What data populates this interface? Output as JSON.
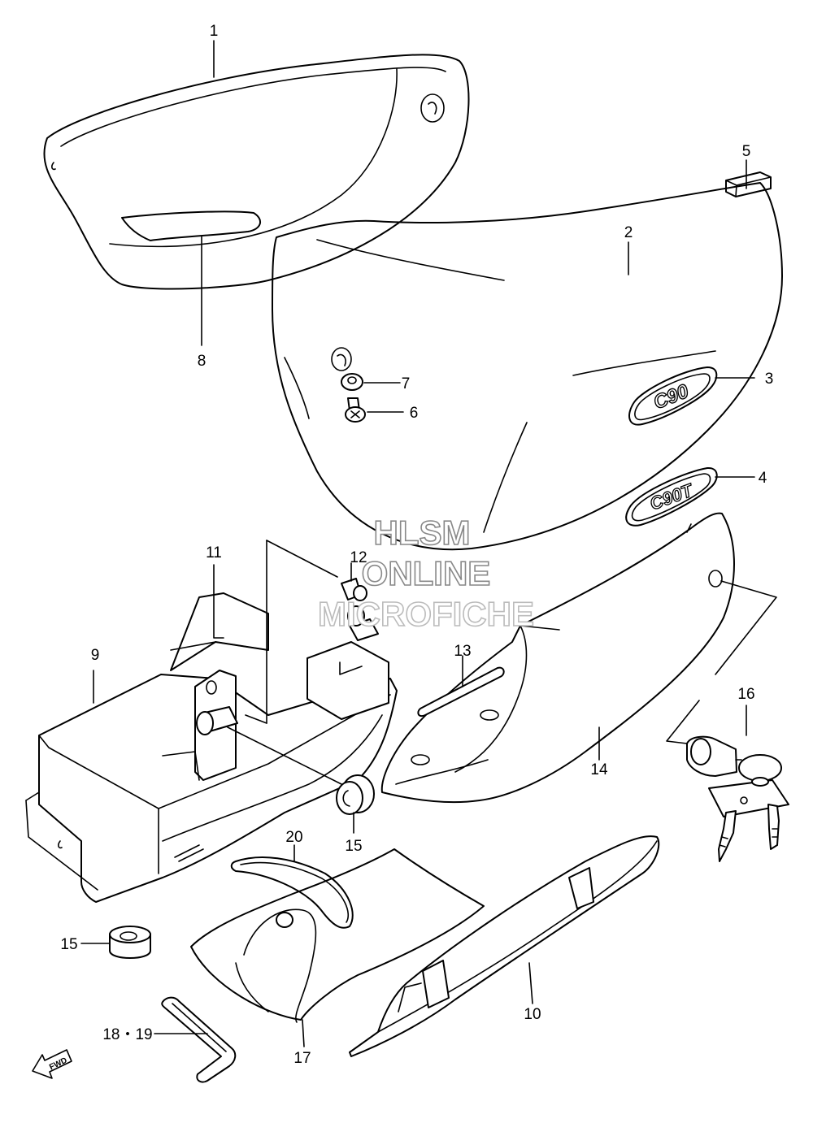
{
  "callouts": {
    "c1": "1",
    "c2": "2",
    "c3": "3",
    "c4": "4",
    "c5": "5",
    "c6": "6",
    "c7": "7",
    "c8": "8",
    "c9": "9",
    "c10": "10",
    "c11": "11",
    "c12": "12",
    "c13": "13",
    "c14": "14",
    "c15a": "15",
    "c15b": "15",
    "c16": "16",
    "c17": "17",
    "c18": "18・19",
    "c20": "20"
  },
  "emblems": {
    "upper": "C90",
    "lower": "C90T"
  },
  "watermark": {
    "line1": "HLSM",
    "line2": "ONLINE",
    "line3": "MICROFICHE"
  },
  "fwd_label": "FWD",
  "colors": {
    "line": "#000000",
    "background": "#ffffff",
    "watermark_fill": "#ffffff",
    "watermark_stroke": "#888888"
  }
}
